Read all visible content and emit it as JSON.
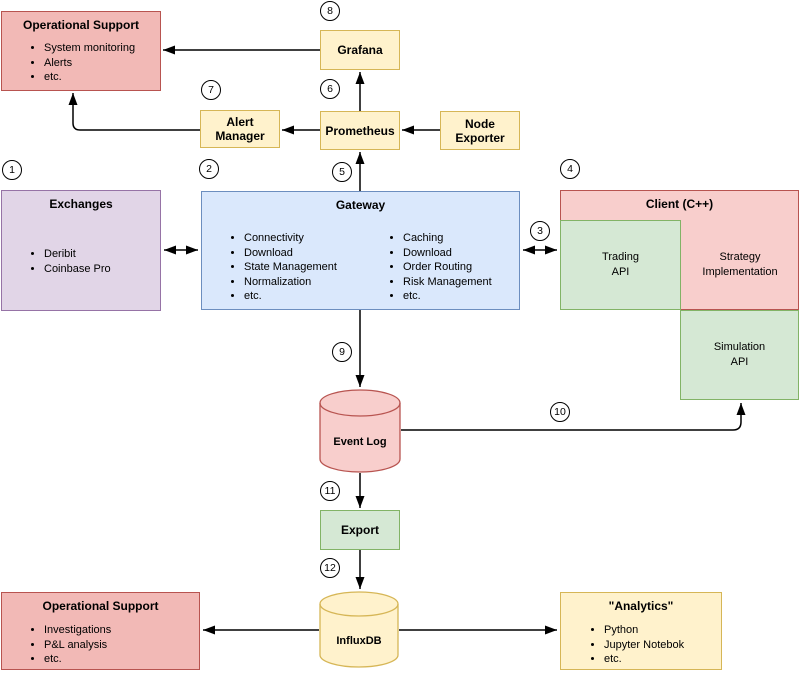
{
  "colors": {
    "ops_fill": "#F2B9B6",
    "red_fill": "#F8CECC",
    "red_stroke": "#B85450",
    "yellow_fill": "#FFF2CC",
    "yellow_stroke": "#D6B656",
    "purple_fill": "#E1D5E7",
    "purple_stroke": "#9673A6",
    "blue_fill": "#DAE8FC",
    "blue_stroke": "#6C8EBF",
    "green_fill": "#D5E8D4",
    "green_stroke": "#82B366"
  },
  "nodes": {
    "ops_top": {
      "title": "Operational Support",
      "bullets": [
        "System monitoring",
        "Alerts",
        "etc."
      ]
    },
    "grafana": {
      "label": "Grafana"
    },
    "alert_manager": {
      "label": "Alert\nManager"
    },
    "prometheus": {
      "label": "Prometheus"
    },
    "node_exporter": {
      "label": "Node\nExporter"
    },
    "exchanges": {
      "title": "Exchanges",
      "bullets": [
        "Deribit",
        "Coinbase Pro"
      ]
    },
    "gateway": {
      "title": "Gateway",
      "bullets_left": [
        "Connectivity",
        "Download",
        "State Management",
        "Normalization",
        "etc."
      ],
      "bullets_right": [
        "Caching",
        "Download",
        "Order Routing",
        "Risk Management",
        "etc."
      ]
    },
    "client": {
      "title": "Client (C++)",
      "trading_api": "Trading\nAPI",
      "strategy": "Strategy\nImplementation",
      "simulation_api": "Simulation\nAPI"
    },
    "event_log": {
      "label": "Event Log"
    },
    "export": {
      "label": "Export"
    },
    "influxdb": {
      "label": "InfluxDB"
    },
    "ops_bottom": {
      "title": "Operational Support",
      "bullets": [
        "Investigations",
        "P&L analysis",
        "etc."
      ]
    },
    "analytics": {
      "title": "\"Analytics\"",
      "bullets": [
        "Python",
        "Jupyter Notebok",
        "etc."
      ]
    }
  },
  "badges": {
    "n1": "1",
    "n2": "2",
    "n3": "3",
    "n4": "4",
    "n5": "5",
    "n6": "6",
    "n7": "7",
    "n8": "8",
    "n9": "9",
    "n10": "10",
    "n11": "11",
    "n12": "12"
  }
}
